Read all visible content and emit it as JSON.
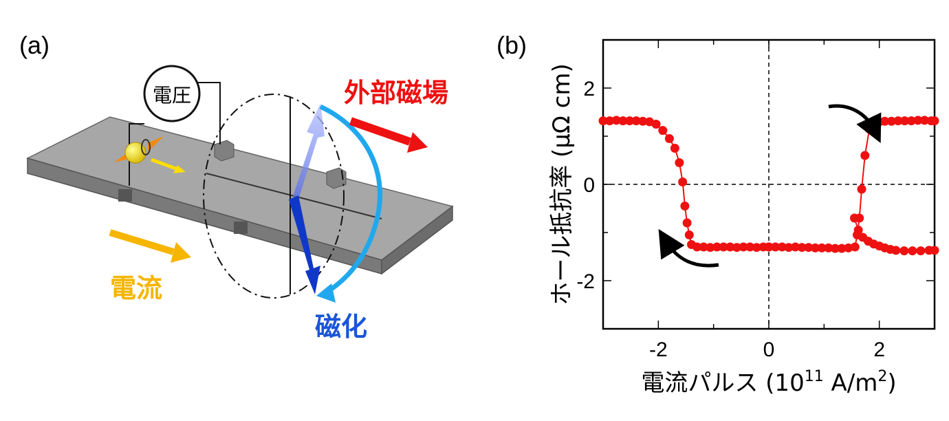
{
  "panel_a": {
    "label": "(a)",
    "voltage_label": "電圧",
    "field_label": "外部磁場",
    "current_label": "電流",
    "magnetization_label": "磁化",
    "colors": {
      "field": "#ee1111",
      "current": "#f6b500",
      "magnetization": "#1a55d8",
      "precession": "#20a8ee",
      "slab": "#8f8f8f",
      "spin": "#f0d000"
    }
  },
  "panel_b": {
    "label": "(b)"
  },
  "chart_data": {
    "type": "scatter",
    "xlabel_main": "電流パルス (10",
    "xlabel_exp": "11",
    "xlabel_tail": " A/m",
    "xlabel_exp2": "2",
    "xlabel_close": ")",
    "ylabel": "ホール抵抗率 (μΩ cm)",
    "xlim": [
      -3,
      3
    ],
    "ylim": [
      -3,
      3
    ],
    "xticks": [
      -2,
      0,
      2
    ],
    "yticks": [
      -2,
      0,
      2
    ],
    "marker_color": "#ee1111",
    "reference_lines": [
      "x=0",
      "y=0"
    ],
    "series": [
      {
        "x": [
          -3.0,
          -2.88,
          -2.76,
          -2.64,
          -2.52,
          -2.4,
          -2.28,
          -2.16,
          -2.04,
          -1.92,
          -1.8,
          -1.7,
          -1.62,
          -1.56,
          -1.52,
          -1.48,
          -1.44,
          -1.4,
          -1.3,
          -1.18,
          -1.06,
          -0.94,
          -0.82,
          -0.7,
          -0.58,
          -0.46,
          -0.34,
          -0.22,
          -0.1,
          0.0
        ],
        "y": [
          1.32,
          1.32,
          1.33,
          1.32,
          1.32,
          1.32,
          1.31,
          1.3,
          1.25,
          1.12,
          0.95,
          0.75,
          0.45,
          0.05,
          -0.45,
          -0.8,
          -1.05,
          -1.25,
          -1.3,
          -1.3,
          -1.31,
          -1.3,
          -1.3,
          -1.3,
          -1.31,
          -1.3,
          -1.3,
          -1.31,
          -1.3,
          -1.3
        ]
      },
      {
        "x": [
          0.0,
          0.12,
          0.24,
          0.36,
          0.48,
          0.6,
          0.72,
          0.84,
          0.96,
          1.08,
          1.2,
          1.32,
          1.44,
          1.56,
          1.6,
          1.64,
          1.68,
          1.74,
          1.82,
          1.9,
          2.0,
          2.1,
          2.22,
          2.34,
          2.46,
          2.58,
          2.7,
          2.82,
          2.94,
          3.0
        ],
        "y": [
          -1.3,
          -1.3,
          -1.3,
          -1.31,
          -1.3,
          -1.31,
          -1.31,
          -1.32,
          -1.32,
          -1.32,
          -1.33,
          -1.33,
          -1.32,
          -1.3,
          -1.05,
          -0.7,
          -0.1,
          0.6,
          1.15,
          1.28,
          1.3,
          1.31,
          1.31,
          1.32,
          1.32,
          1.32,
          1.33,
          1.33,
          1.32,
          1.32
        ]
      },
      {
        "x": [
          1.55,
          1.62,
          1.7,
          1.8,
          1.9,
          2.0,
          2.1,
          2.2,
          2.3,
          2.45,
          2.6,
          2.75,
          2.9,
          3.0
        ],
        "y": [
          -0.7,
          -0.95,
          -1.1,
          -1.18,
          -1.24,
          -1.28,
          -1.32,
          -1.35,
          -1.37,
          -1.38,
          -1.38,
          -1.38,
          -1.37,
          -1.37
        ]
      }
    ]
  }
}
